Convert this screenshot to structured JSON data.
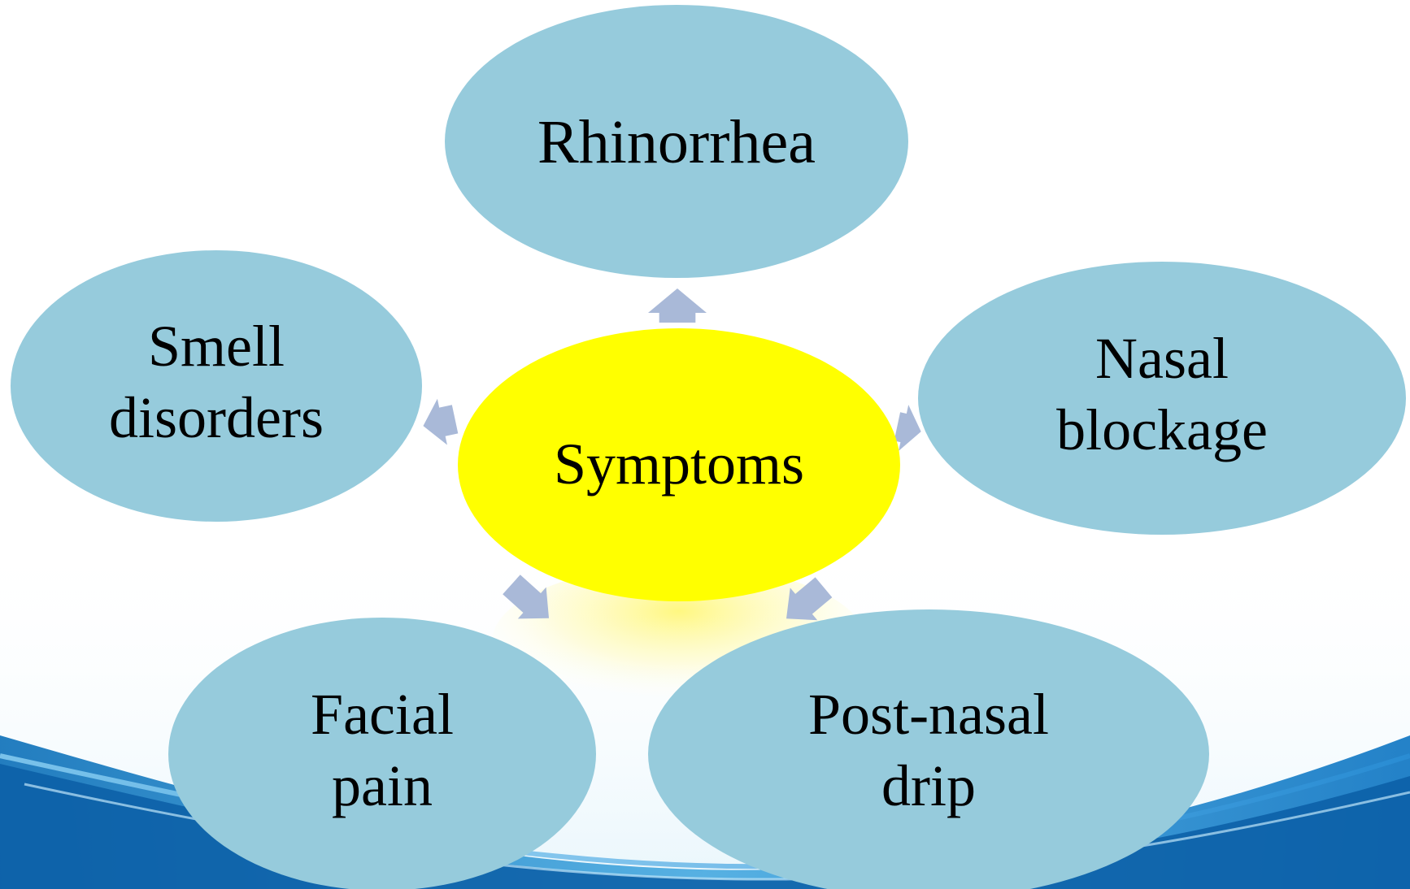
{
  "diagram": {
    "center": {
      "label": "Symptoms",
      "fill": "#ffff00"
    },
    "nodes": [
      {
        "id": "rhinorrhea",
        "lines": [
          "Rhinorrhea"
        ]
      },
      {
        "id": "nasal-blockage",
        "lines": [
          "Nasal",
          "blockage"
        ]
      },
      {
        "id": "post-nasal-drip",
        "lines": [
          "Post-nasal",
          "drip"
        ]
      },
      {
        "id": "facial-pain",
        "lines": [
          "Facial",
          "pain"
        ]
      },
      {
        "id": "smell-disorders",
        "lines": [
          "Smell",
          "disorders"
        ]
      }
    ],
    "colors": {
      "node_fill": "#96cbdc",
      "arrow_fill": "#a9b9d8",
      "center_fill": "#ffff00"
    }
  }
}
